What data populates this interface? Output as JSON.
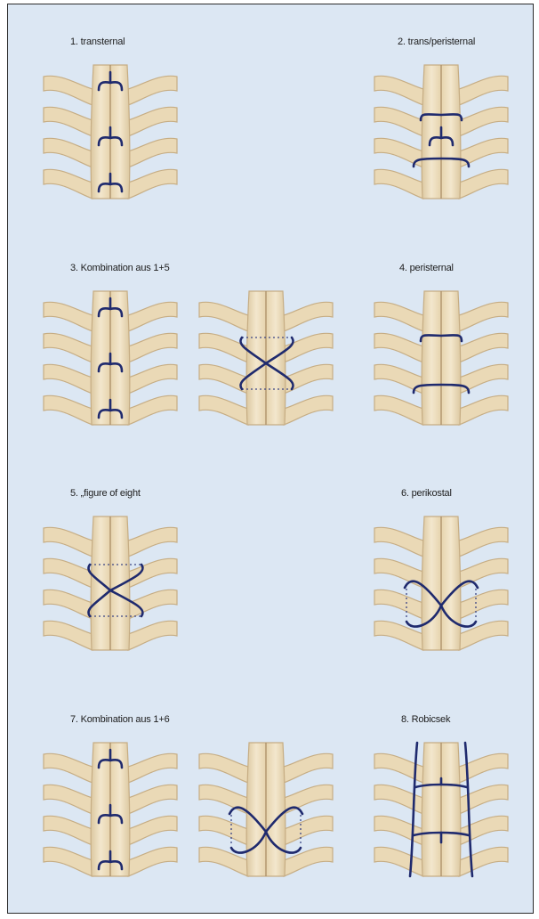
{
  "panels": {
    "p1": {
      "label": "1. transternal"
    },
    "p2": {
      "label": "2. trans/peristernal"
    },
    "p3": {
      "label": "3. Kombination aus 1+5"
    },
    "p4": {
      "label": "4. peristernal"
    },
    "p5": {
      "label": "5. „figure of eight"
    },
    "p6": {
      "label": "6. perikostal"
    },
    "p7": {
      "label": "7. Kombination aus 1+6"
    },
    "p8": {
      "label": "8. Robicsek"
    }
  },
  "colors": {
    "background": "#dce7f3",
    "bone": "#ead9b6",
    "wire": "#1f2a6e"
  }
}
